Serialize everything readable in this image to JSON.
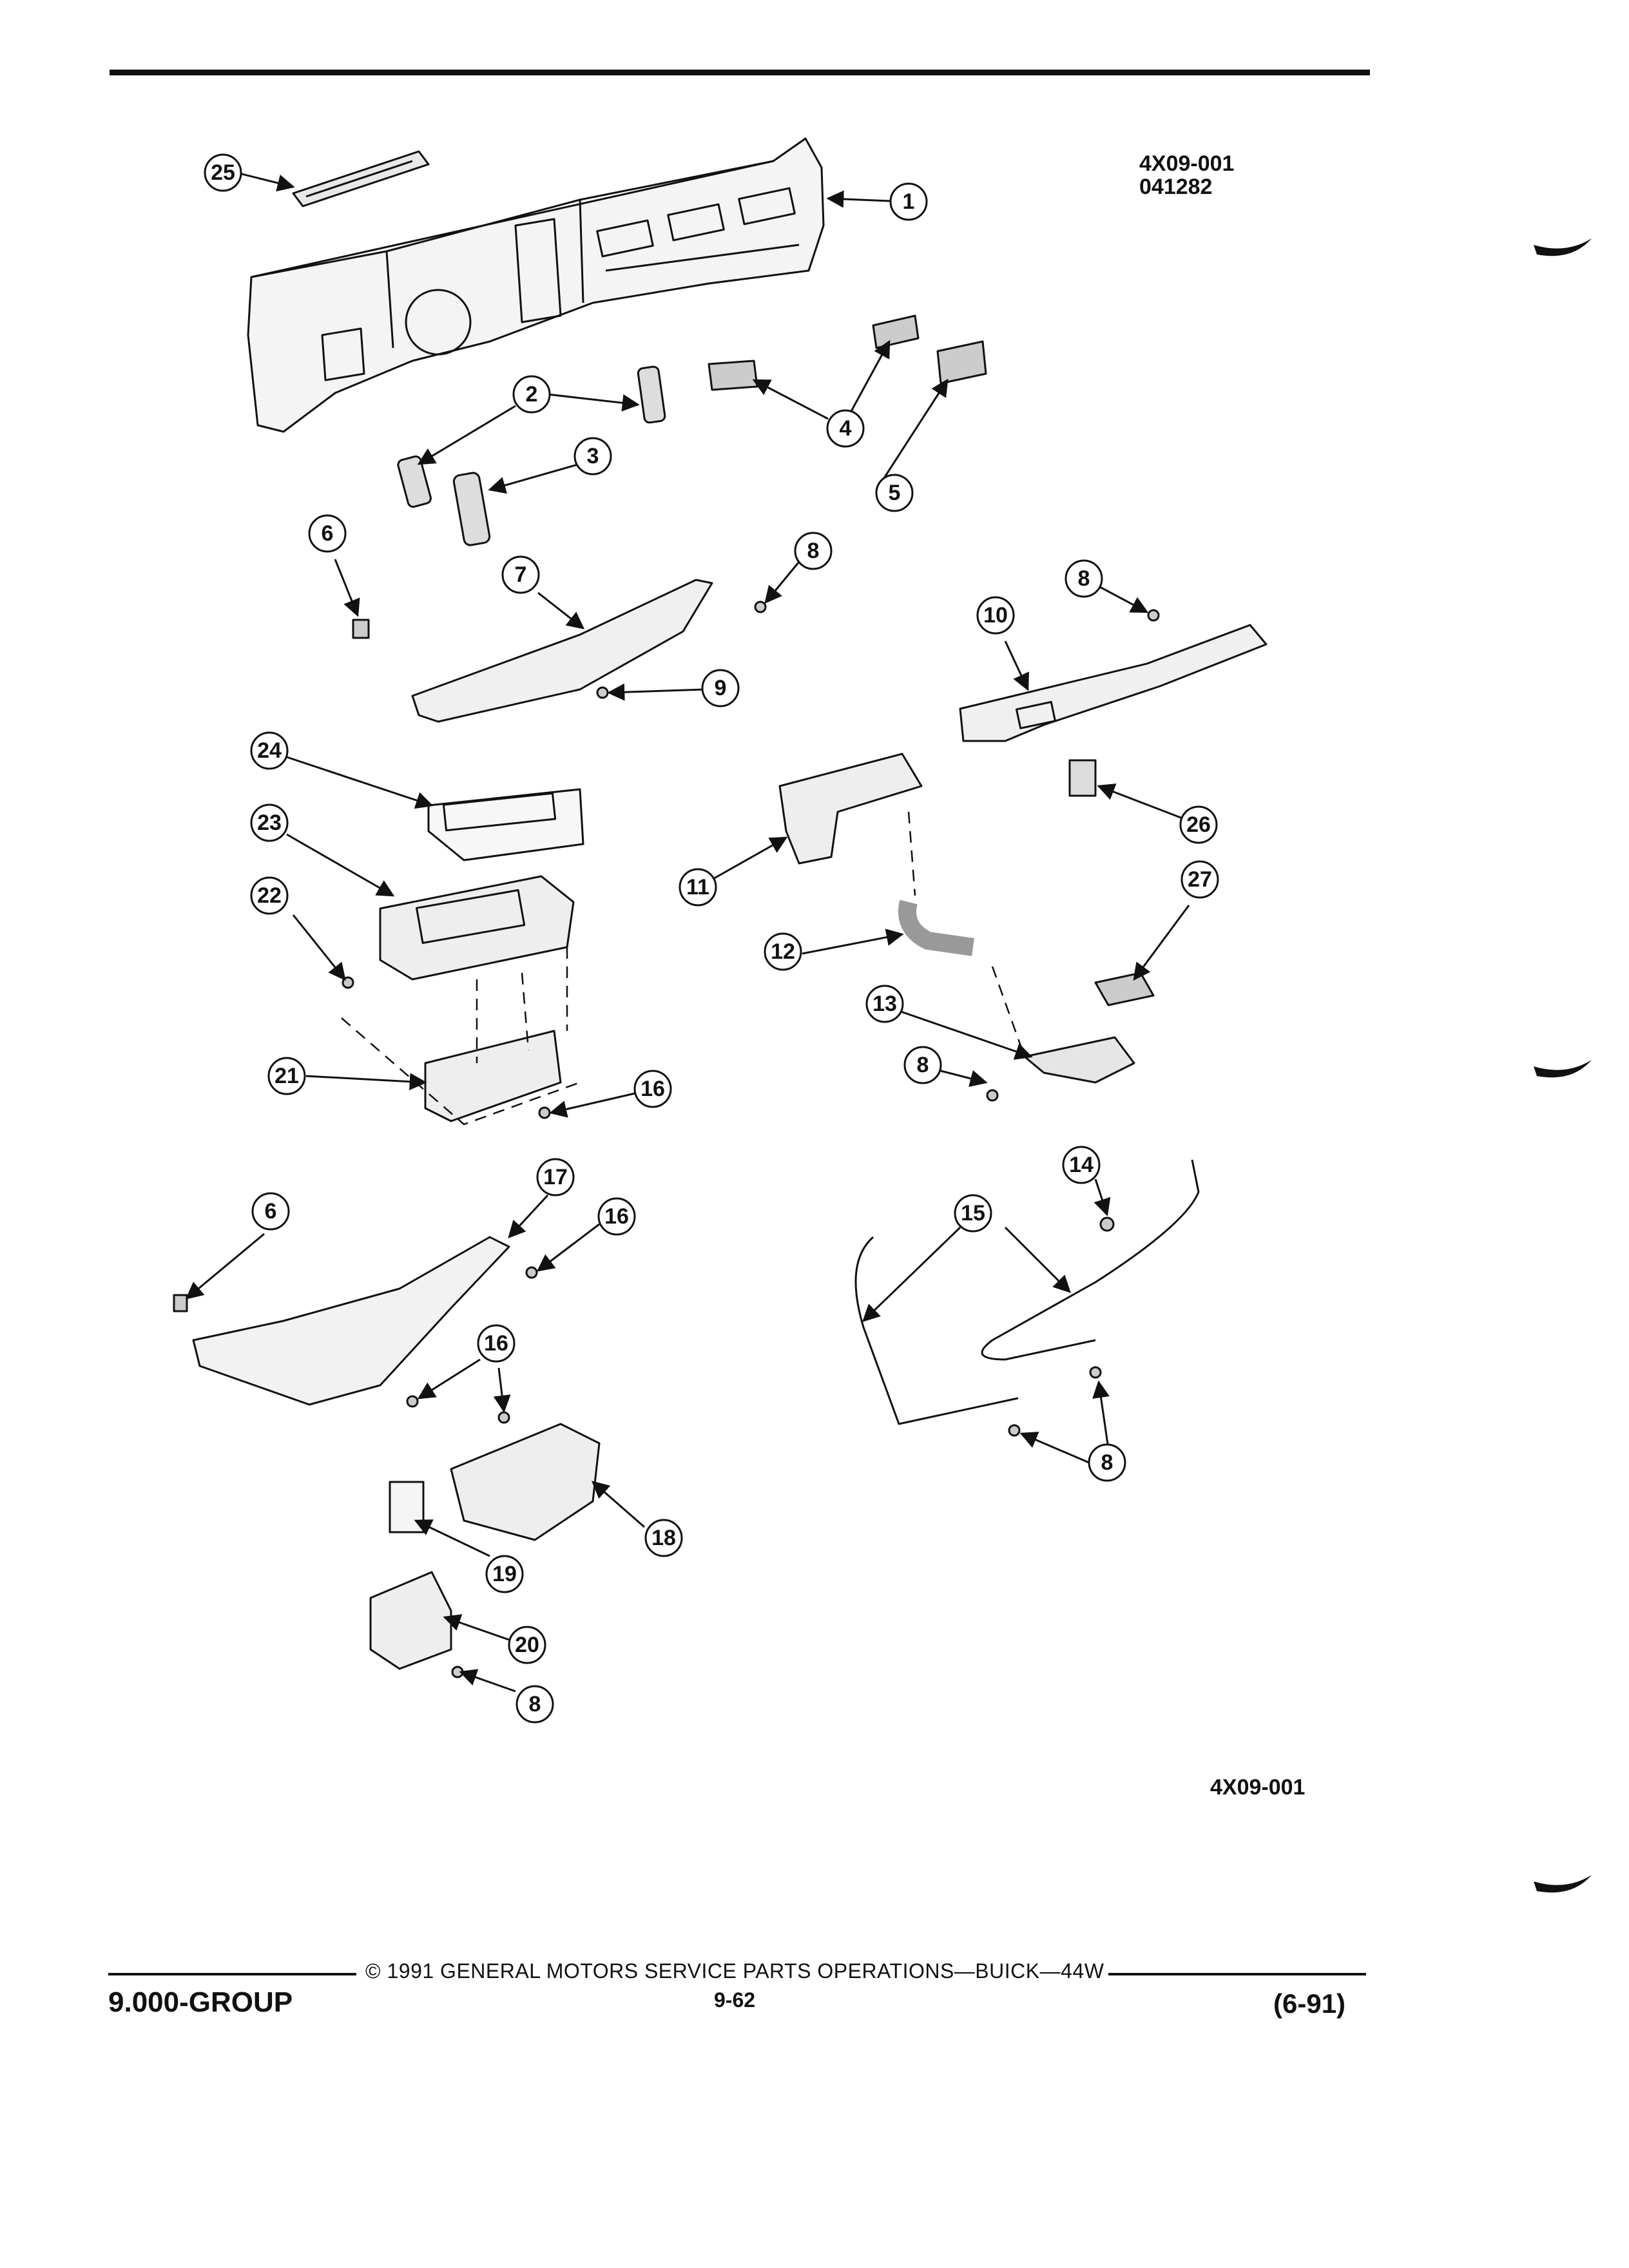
{
  "header": {
    "figure_code": "4X09-001",
    "figure_date": "041282"
  },
  "figure_code_bottom": "4X09-001",
  "callouts": [
    "25",
    "1",
    "2",
    "4",
    "3",
    "5",
    "6",
    "7",
    "8",
    "9",
    "8",
    "10",
    "24",
    "23",
    "11",
    "26",
    "22",
    "27",
    "12",
    "13",
    "8",
    "21",
    "16",
    "14",
    "6",
    "17",
    "16",
    "15",
    "16",
    "8",
    "18",
    "19",
    "20",
    "8"
  ],
  "footer": {
    "group": "9.000-GROUP",
    "copyright": "© 1991 GENERAL MOTORS SERVICE PARTS OPERATIONS—BUICK—44W",
    "page": "9-62",
    "date": "(6-91)"
  },
  "colors": {
    "ink": "#111111",
    "paper": "#ffffff"
  }
}
